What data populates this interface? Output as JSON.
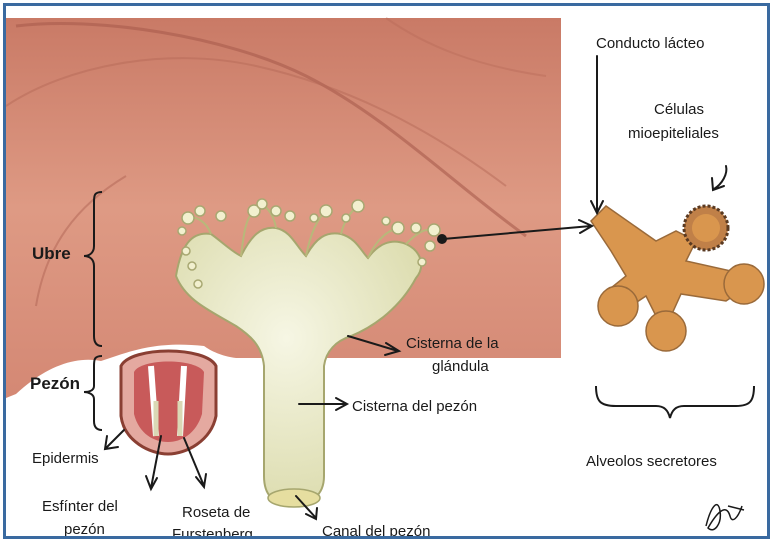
{
  "labels": {
    "ubre": "Ubre",
    "pezon": "Pezón",
    "epidermis": "Epidermis",
    "esfinter_l1": "Esfínter del",
    "esfinter_l2": "pezón",
    "roseta_l1": "Roseta de",
    "roseta_l2": "Furstenberg",
    "canal": "Canal del pezón",
    "cisterna_glandula_l1": "Cisterna de la",
    "cisterna_glandula_l2": "glándula",
    "cisterna_pezon": "Cisterna del pezón",
    "conducto": "Conducto lácteo",
    "celulas_l1": "Células",
    "celulas_l2": "mioepiteliales",
    "alveolos": "Alveolos secretores"
  },
  "colors": {
    "border": "#3a6aa0",
    "tissue": "#d98a72",
    "cistern": "#e8e8c2",
    "alveolus": "#d9964e"
  }
}
